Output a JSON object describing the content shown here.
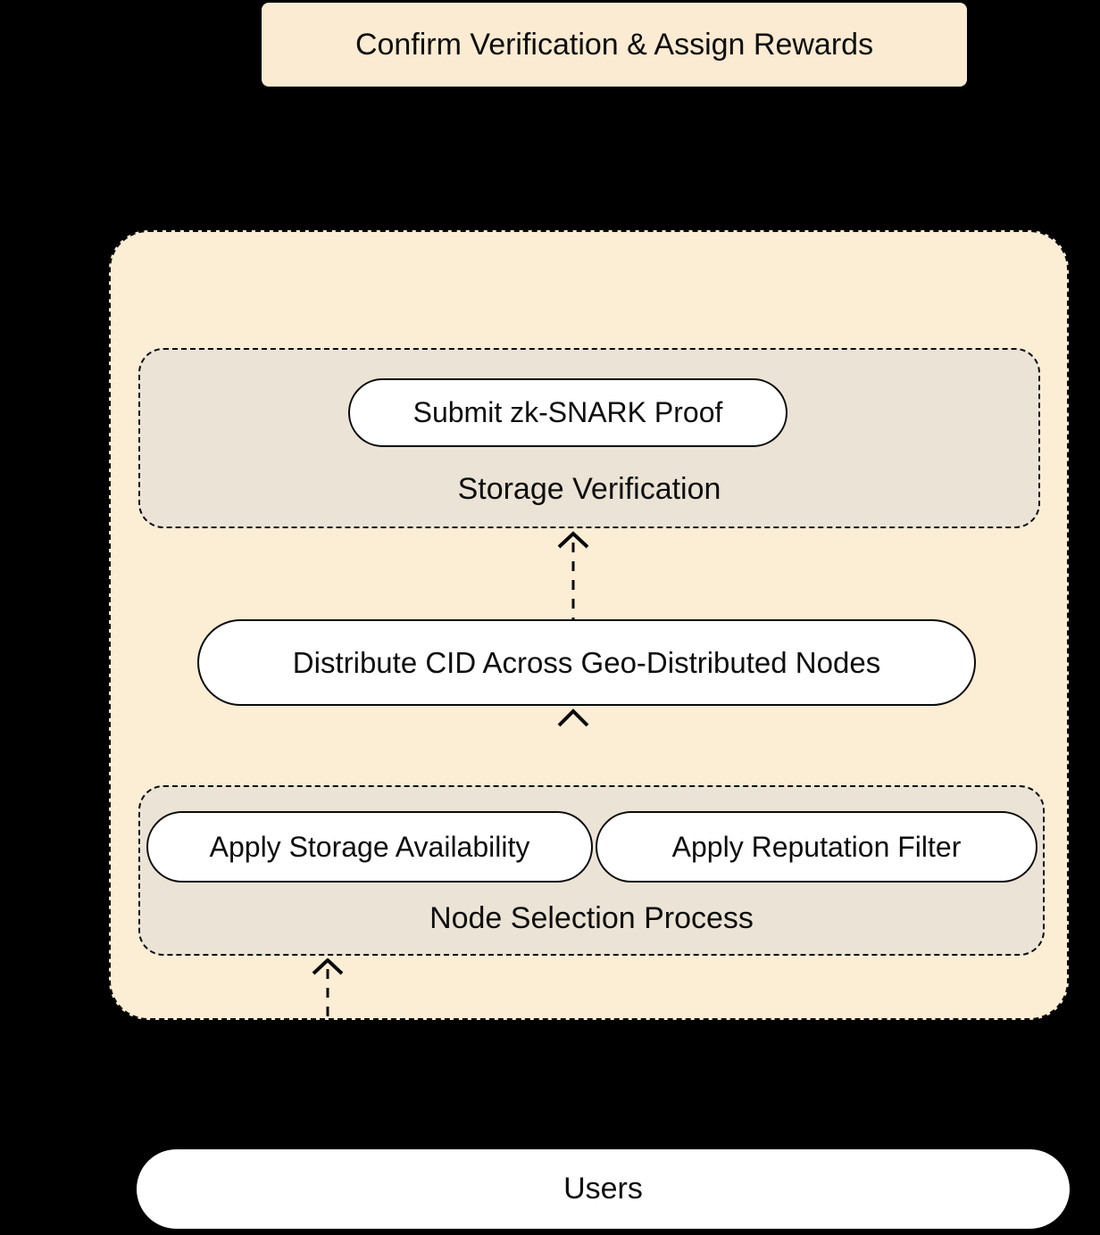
{
  "header": {
    "label": "Confirm Verification & Assign Rewards"
  },
  "diagram": {
    "clusters": [
      {
        "id": "storage-verification",
        "label": "Storage Verification",
        "nodes": [
          {
            "label": "Submit zk-SNARK Proof"
          }
        ]
      },
      {
        "id": "node-selection-process",
        "label": "Node Selection Process",
        "nodes": [
          {
            "label": "Apply Storage Availability"
          },
          {
            "label": "Apply Reputation Filter"
          }
        ]
      }
    ],
    "nodes": [
      {
        "id": "distribute",
        "label": "Distribute CID Across Geo-Distributed Nodes"
      },
      {
        "id": "users",
        "label": "Users"
      }
    ],
    "edges": [
      {
        "from": "Users",
        "to": "Node Selection Process",
        "style": "dashed",
        "direction": "up"
      },
      {
        "from": "Node Selection Process",
        "to": "Distribute CID Across Geo-Distributed Nodes",
        "style": "dashed",
        "direction": "up"
      },
      {
        "from": "Distribute CID Across Geo-Distributed Nodes",
        "to": "Storage Verification",
        "style": "dashed",
        "direction": "up"
      }
    ]
  },
  "colors": {
    "page_background": "#000000",
    "header_fill": "#faebd2",
    "container_fill": "#fcedd5",
    "cluster_fill": "#ebe3d5",
    "node_fill": "#ffffff",
    "stroke": "#0a0a0a",
    "text": "#0e0e0e"
  }
}
